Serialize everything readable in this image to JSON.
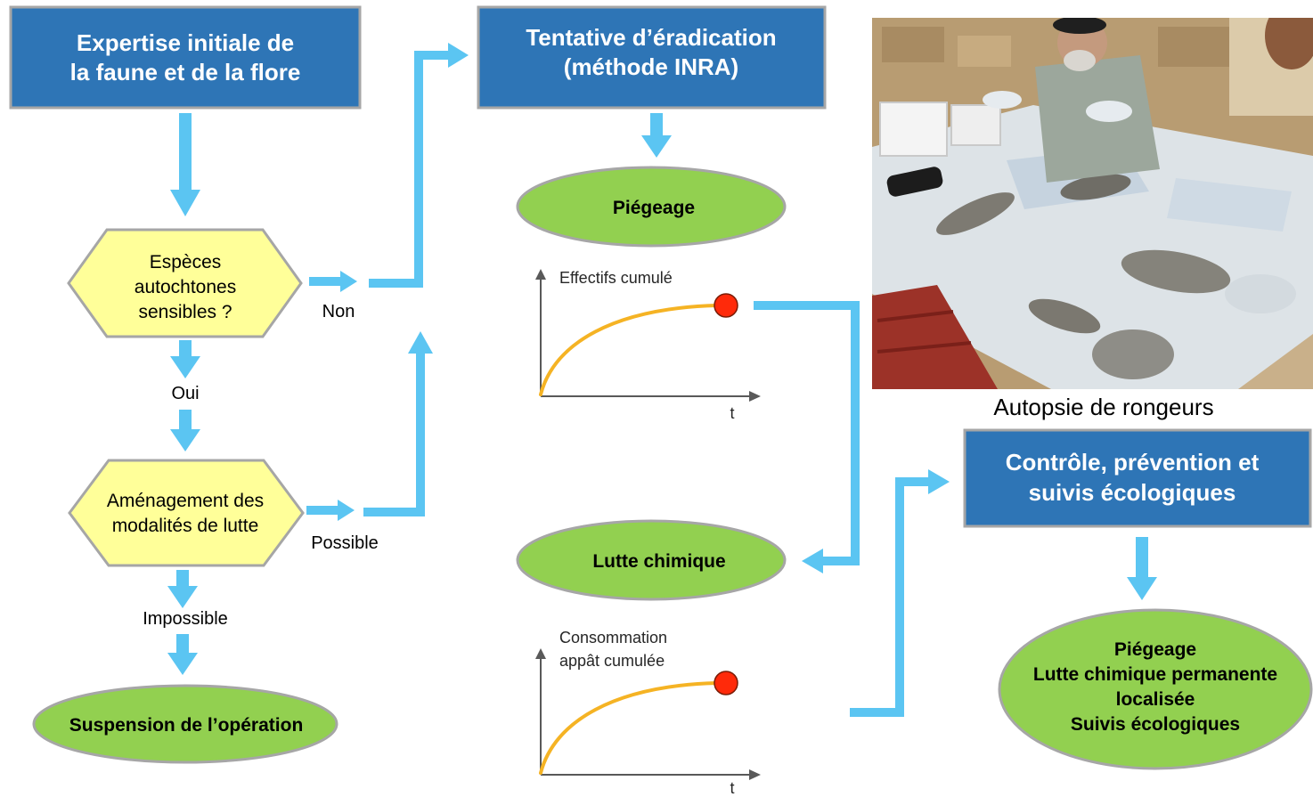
{
  "boxes": {
    "expertise": {
      "lines": [
        "Expertise initiale de",
        "la faune et de la flore"
      ]
    },
    "eradication": {
      "lines": [
        "Tentative d’éradication",
        "(méthode INRA)"
      ]
    },
    "controle": {
      "lines": [
        "Contrôle, prévention et",
        "suivis écologiques"
      ]
    }
  },
  "decisions": {
    "especes_sensibles": {
      "lines": [
        "Espèces",
        "autochtones",
        "sensibles ?"
      ]
    },
    "amenagement": {
      "lines": [
        "Aménagement des",
        "modalités de lutte"
      ]
    }
  },
  "actions": {
    "piegeage": "Piégeage",
    "lutte_chimique": "Lutte chimique",
    "suspension": "Suspension de l’opération",
    "suivi_permanent": {
      "lines": [
        "Piégeage",
        "Lutte chimique permanente",
        "localisée",
        "Suivis écologiques"
      ]
    }
  },
  "edge_labels": {
    "non": "Non",
    "oui": "Oui",
    "possible": "Possible",
    "impossible": "Impossible"
  },
  "graphs": {
    "effectifs": {
      "ylabel": "Effectifs cumulé",
      "xlabel": "t"
    },
    "consommation": {
      "ylabel_lines": [
        "Consommation",
        "appât cumulée"
      ],
      "xlabel": "t"
    }
  },
  "photo": {
    "caption": "Autopsie de rongeurs"
  },
  "colors": {
    "box": "#2e75b6",
    "decision": "#ffff99",
    "action": "#92d050",
    "arrow": "#5bc5f2",
    "curve": "#f5b324",
    "marker": "#ff2a0a"
  }
}
